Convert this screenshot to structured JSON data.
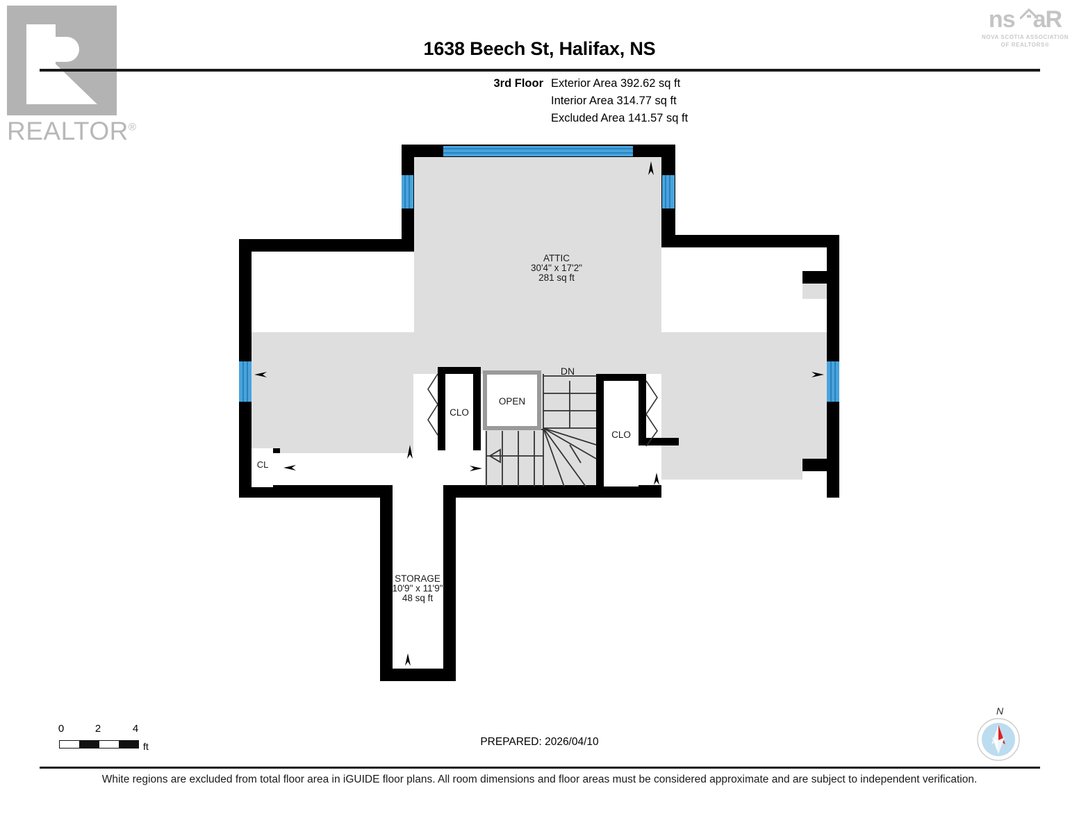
{
  "document": {
    "title": "1638 Beech St, Halifax, NS",
    "prepared_label": "PREPARED: 2026/04/10",
    "disclaimer": "White regions are excluded from total floor area in iGUIDE floor plans. All room dimensions and floor areas must be considered approximate and are subject to independent verification."
  },
  "logos": {
    "realtor": {
      "wordmark": "REALTOR",
      "registered": "®"
    },
    "nsar": {
      "main_left": "ns",
      "main_right": "aR",
      "subtitle_line1": "NOVA SCOTIA ASSOCIATION",
      "subtitle_line2": "OF REALTORS®"
    }
  },
  "summary": {
    "floor_label": "3rd Floor",
    "exterior_area": "Exterior Area 392.62 sq ft",
    "interior_area": "Interior Area 314.77 sq ft",
    "excluded_area": "Excluded Area 141.57 sq ft"
  },
  "floorplan": {
    "rooms": [
      {
        "name": "ATTIC",
        "dimensions": "30'4\" x 17'2\"",
        "area": "281 sq ft"
      },
      {
        "name": "STORAGE",
        "dimensions": "10'9\" x 11'9\"",
        "area": "48 sq ft"
      }
    ],
    "labels": {
      "closet_left": "CLO",
      "closet_right": "CLO",
      "closet_small": "CL",
      "open_well": "OPEN",
      "stair_direction": "DN"
    },
    "colors": {
      "wall": "#000000",
      "included_area": "#dedede",
      "excluded_area": "#ffffff",
      "window": "#4aa3dc",
      "window_stroke": "#1d7ab5",
      "open_well_border": "#9a9a9a"
    }
  },
  "scalebar": {
    "ticks": [
      "0",
      "2",
      "4"
    ],
    "unit": "ft"
  },
  "compass": {
    "north_label": "N",
    "needle_color": "#e02020",
    "dial_color": "#bcdcf0"
  }
}
